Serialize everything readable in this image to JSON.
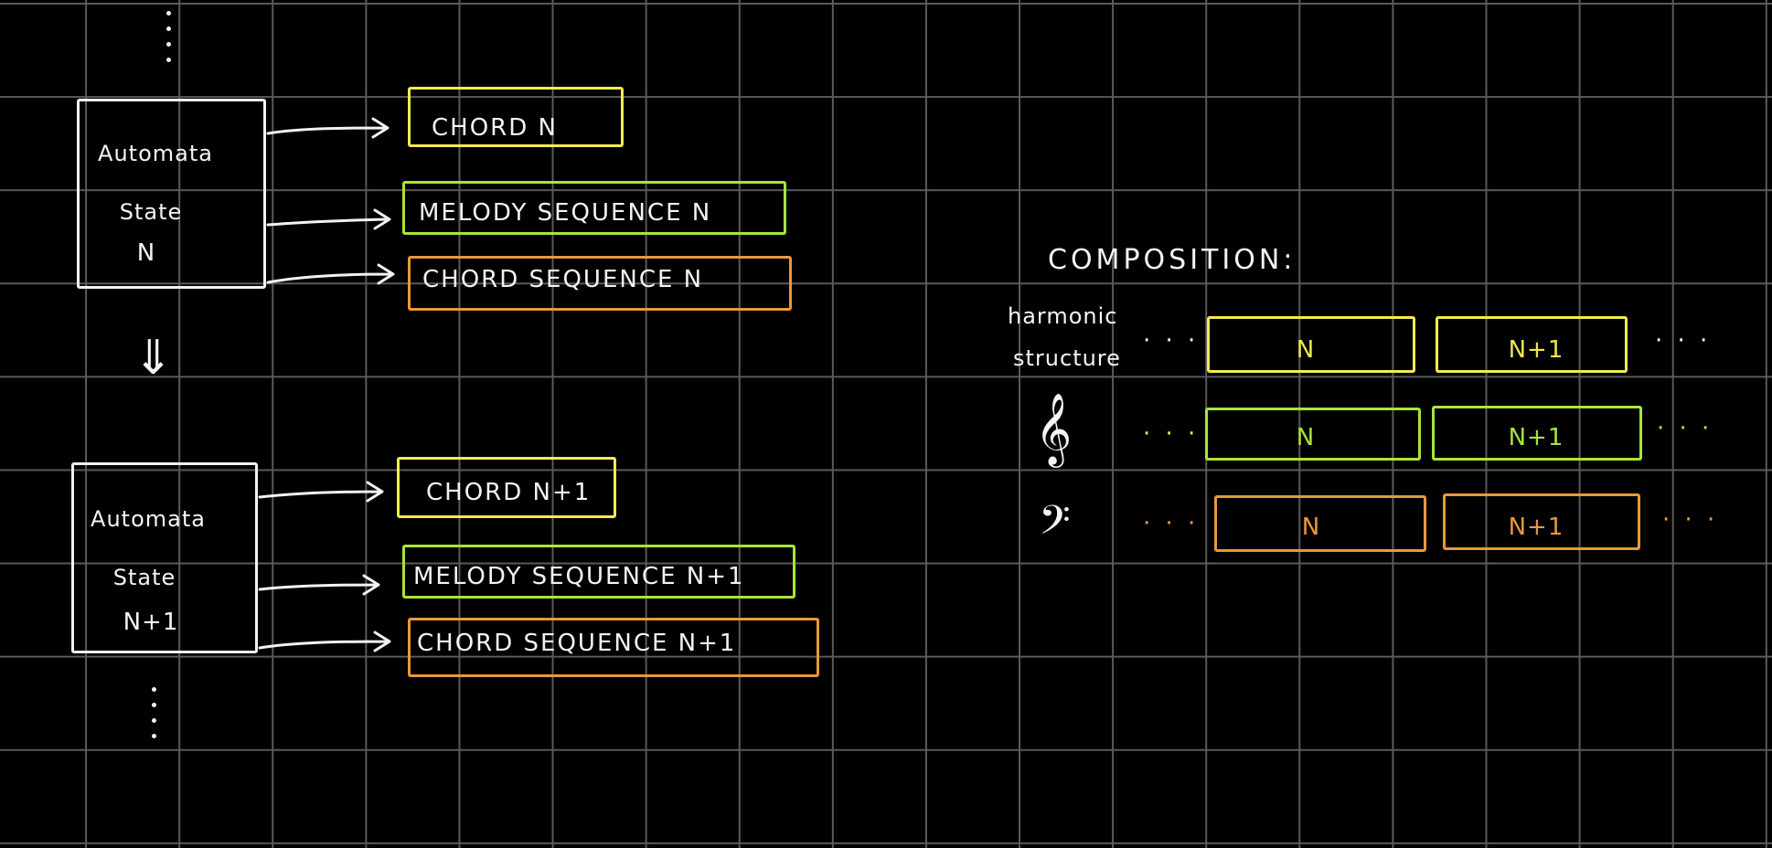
{
  "colors": {
    "background": "#000000",
    "grid": "#5a5a5a",
    "ink": "#f2f2f2",
    "chord": "#f3ec4f",
    "melody": "#a8e63a",
    "sequence": "#e8993a"
  },
  "state_n": {
    "line1": "Automata",
    "line2": "State",
    "line3": "N",
    "outputs": {
      "chord": "CHORD  N",
      "melody": "MELODY  SEQUENCE  N",
      "sequence": "CHORD  SEQUENCE  N"
    }
  },
  "transition_symbol": "⇓",
  "state_n1": {
    "line1": "Automata",
    "line2": "State",
    "line3": "N+1",
    "outputs": {
      "chord": "CHORD  N+1",
      "melody": "MELODY  SEQUENCE  N+1",
      "sequence": "CHORD  SEQUENCE  N+1"
    }
  },
  "composition": {
    "title": "COMPOSITION:",
    "harmonic_label_line1": "harmonic",
    "harmonic_label_line2": "structure",
    "treble_icon": "treble-clef-icon",
    "bass_icon": "bass-clef-icon",
    "ellipsis": "· · ·",
    "rows": {
      "harmonic": {
        "cell_n": "N",
        "cell_n1": "N+1"
      },
      "treble": {
        "cell_n": "N",
        "cell_n1": "N+1"
      },
      "bass": {
        "cell_n": "N",
        "cell_n1": "N+1"
      }
    }
  }
}
